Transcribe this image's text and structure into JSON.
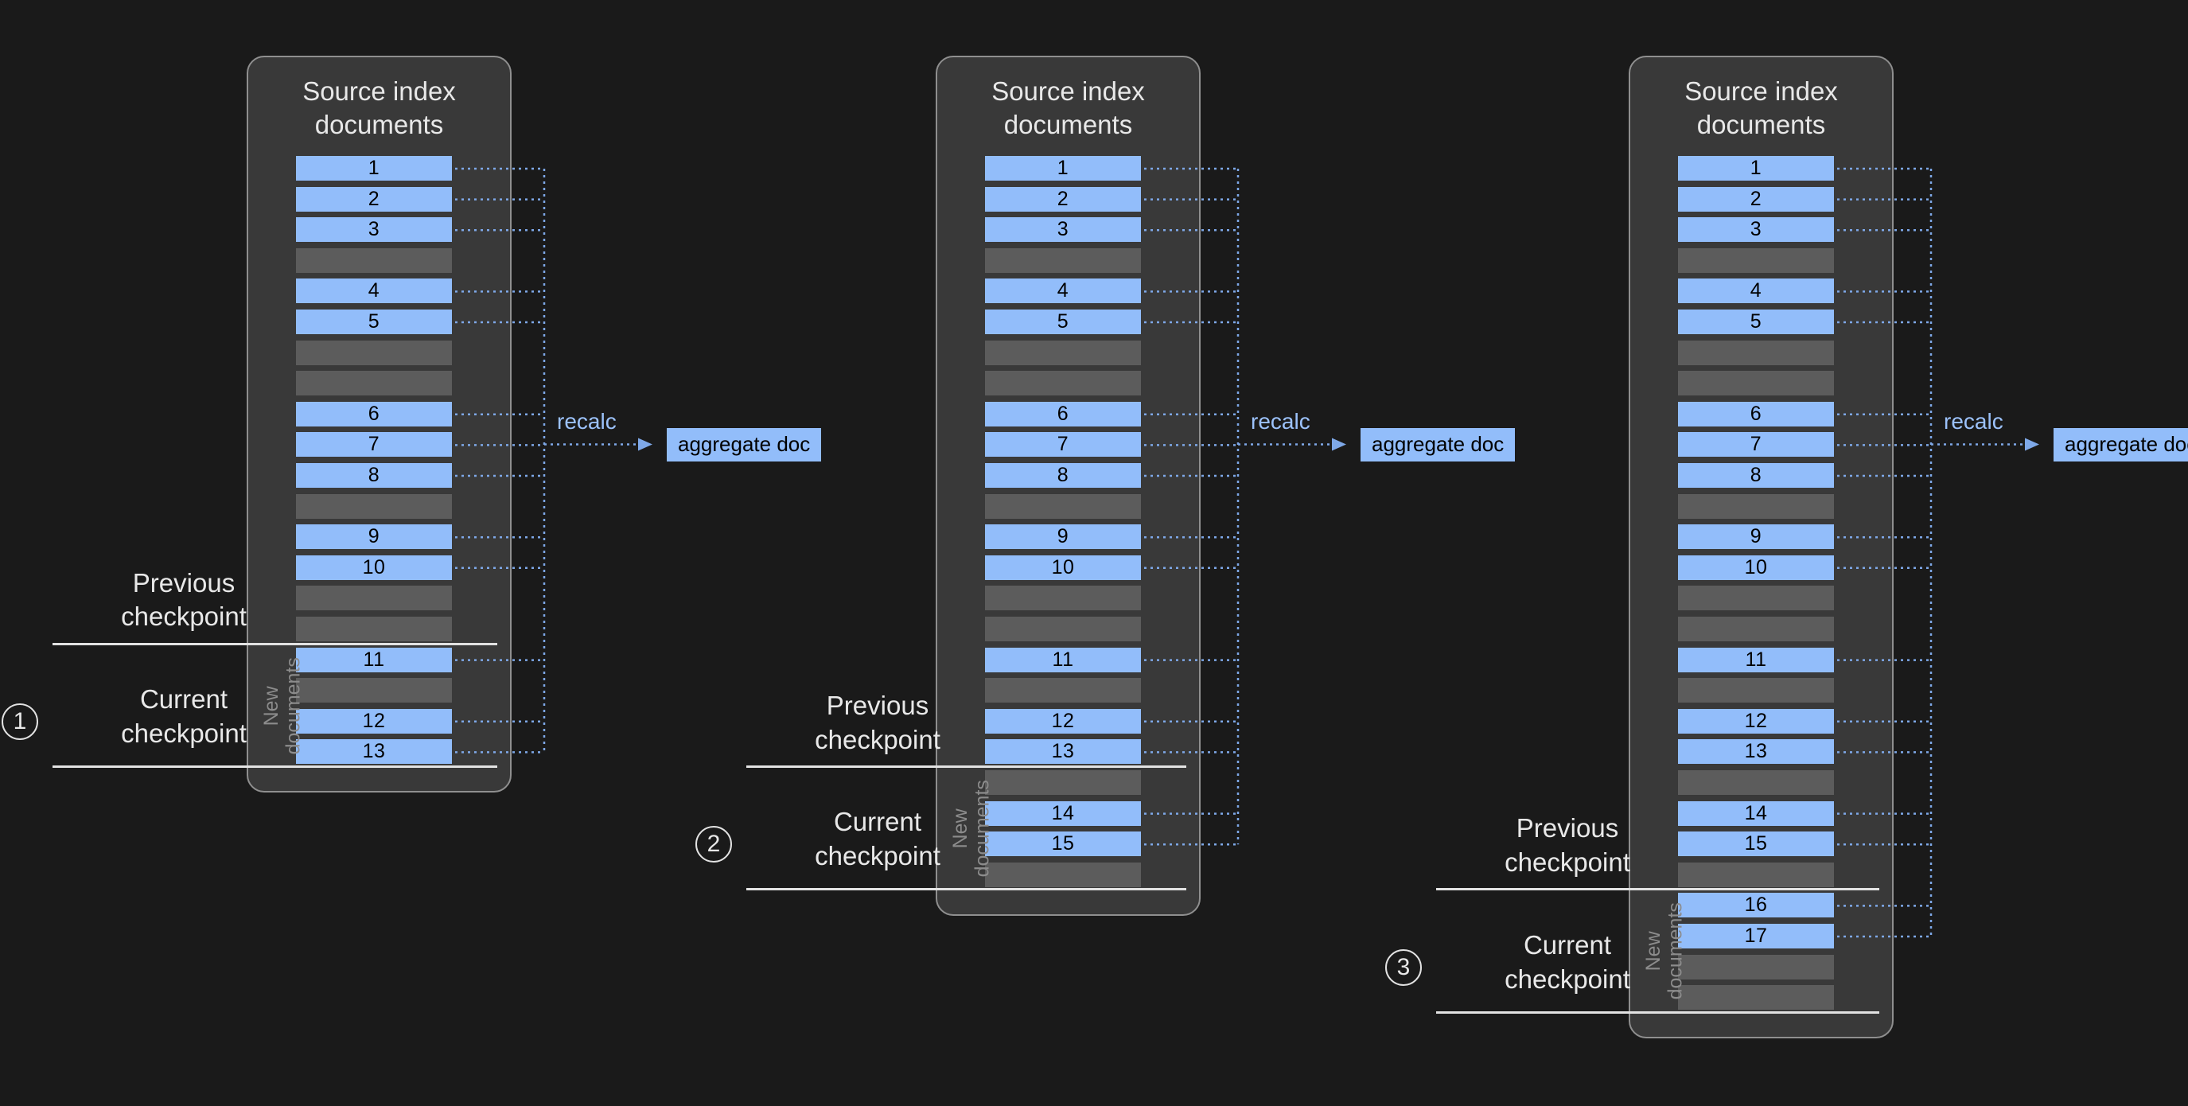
{
  "diagram": {
    "title_text": "Source index\ndocuments",
    "new_documents_label": "New\ndocuments",
    "previous_checkpoint_label": "Previous\ncheckpoint",
    "current_checkpoint_label": "Current\ncheckpoint",
    "recalc_label": "recalc",
    "aggregate_doc_label": "aggregate doc",
    "colors": {
      "background": "#1a1a1a",
      "panel_fill": "#393939",
      "panel_border": "#8f8f8f",
      "doc_row": "#92bdfa",
      "empty_row": "#5c5c5c",
      "connector": "#7ea8e8",
      "rule": "#e2e2e2",
      "text_light": "#e8e8e8",
      "text_muted": "#8c8c8c"
    }
  },
  "panels": [
    {
      "step": "1",
      "title": "Source index\ndocuments",
      "recalc": "recalc",
      "aggregate": "aggregate doc",
      "previous_checkpoint": "Previous\ncheckpoint",
      "current_checkpoint": "Current\ncheckpoint",
      "new_documents": "New\ndocuments",
      "rows": [
        {
          "label": "1",
          "type": "doc"
        },
        {
          "label": "2",
          "type": "doc"
        },
        {
          "label": "3",
          "type": "doc"
        },
        {
          "label": "",
          "type": "empty"
        },
        {
          "label": "4",
          "type": "doc"
        },
        {
          "label": "5",
          "type": "doc"
        },
        {
          "label": "",
          "type": "empty"
        },
        {
          "label": "",
          "type": "empty"
        },
        {
          "label": "6",
          "type": "doc"
        },
        {
          "label": "7",
          "type": "doc"
        },
        {
          "label": "8",
          "type": "doc"
        },
        {
          "label": "",
          "type": "empty"
        },
        {
          "label": "9",
          "type": "doc"
        },
        {
          "label": "10",
          "type": "doc"
        },
        {
          "label": "",
          "type": "empty"
        },
        {
          "label": "",
          "type": "empty"
        },
        {
          "label": "11",
          "type": "doc"
        },
        {
          "label": "",
          "type": "empty"
        },
        {
          "label": "12",
          "type": "doc"
        },
        {
          "label": "13",
          "type": "doc"
        }
      ],
      "previous_checkpoint_after_row": 15,
      "current_checkpoint_after_row": 19
    },
    {
      "step": "2",
      "title": "Source index\ndocuments",
      "recalc": "recalc",
      "aggregate": "aggregate doc",
      "previous_checkpoint": "Previous\ncheckpoint",
      "current_checkpoint": "Current\ncheckpoint",
      "new_documents": "New\ndocuments",
      "rows": [
        {
          "label": "1",
          "type": "doc"
        },
        {
          "label": "2",
          "type": "doc"
        },
        {
          "label": "3",
          "type": "doc"
        },
        {
          "label": "",
          "type": "empty"
        },
        {
          "label": "4",
          "type": "doc"
        },
        {
          "label": "5",
          "type": "doc"
        },
        {
          "label": "",
          "type": "empty"
        },
        {
          "label": "",
          "type": "empty"
        },
        {
          "label": "6",
          "type": "doc"
        },
        {
          "label": "7",
          "type": "doc"
        },
        {
          "label": "8",
          "type": "doc"
        },
        {
          "label": "",
          "type": "empty"
        },
        {
          "label": "9",
          "type": "doc"
        },
        {
          "label": "10",
          "type": "doc"
        },
        {
          "label": "",
          "type": "empty"
        },
        {
          "label": "",
          "type": "empty"
        },
        {
          "label": "11",
          "type": "doc"
        },
        {
          "label": "",
          "type": "empty"
        },
        {
          "label": "12",
          "type": "doc"
        },
        {
          "label": "13",
          "type": "doc"
        },
        {
          "label": "",
          "type": "empty"
        },
        {
          "label": "14",
          "type": "doc"
        },
        {
          "label": "15",
          "type": "doc"
        },
        {
          "label": "",
          "type": "empty"
        }
      ],
      "previous_checkpoint_after_row": 19,
      "current_checkpoint_after_row": 23
    },
    {
      "step": "3",
      "title": "Source index\ndocuments",
      "recalc": "recalc",
      "aggregate": "aggregate doc",
      "previous_checkpoint": "Previous\ncheckpoint",
      "current_checkpoint": "Current\ncheckpoint",
      "new_documents": "New\ndocuments",
      "rows": [
        {
          "label": "1",
          "type": "doc"
        },
        {
          "label": "2",
          "type": "doc"
        },
        {
          "label": "3",
          "type": "doc"
        },
        {
          "label": "",
          "type": "empty"
        },
        {
          "label": "4",
          "type": "doc"
        },
        {
          "label": "5",
          "type": "doc"
        },
        {
          "label": "",
          "type": "empty"
        },
        {
          "label": "",
          "type": "empty"
        },
        {
          "label": "6",
          "type": "doc"
        },
        {
          "label": "7",
          "type": "doc"
        },
        {
          "label": "8",
          "type": "doc"
        },
        {
          "label": "",
          "type": "empty"
        },
        {
          "label": "9",
          "type": "doc"
        },
        {
          "label": "10",
          "type": "doc"
        },
        {
          "label": "",
          "type": "empty"
        },
        {
          "label": "",
          "type": "empty"
        },
        {
          "label": "11",
          "type": "doc"
        },
        {
          "label": "",
          "type": "empty"
        },
        {
          "label": "12",
          "type": "doc"
        },
        {
          "label": "13",
          "type": "doc"
        },
        {
          "label": "",
          "type": "empty"
        },
        {
          "label": "14",
          "type": "doc"
        },
        {
          "label": "15",
          "type": "doc"
        },
        {
          "label": "",
          "type": "empty"
        },
        {
          "label": "16",
          "type": "doc"
        },
        {
          "label": "17",
          "type": "doc"
        },
        {
          "label": "",
          "type": "empty"
        },
        {
          "label": "",
          "type": "empty"
        }
      ],
      "previous_checkpoint_after_row": 23,
      "current_checkpoint_after_row": 27
    }
  ]
}
